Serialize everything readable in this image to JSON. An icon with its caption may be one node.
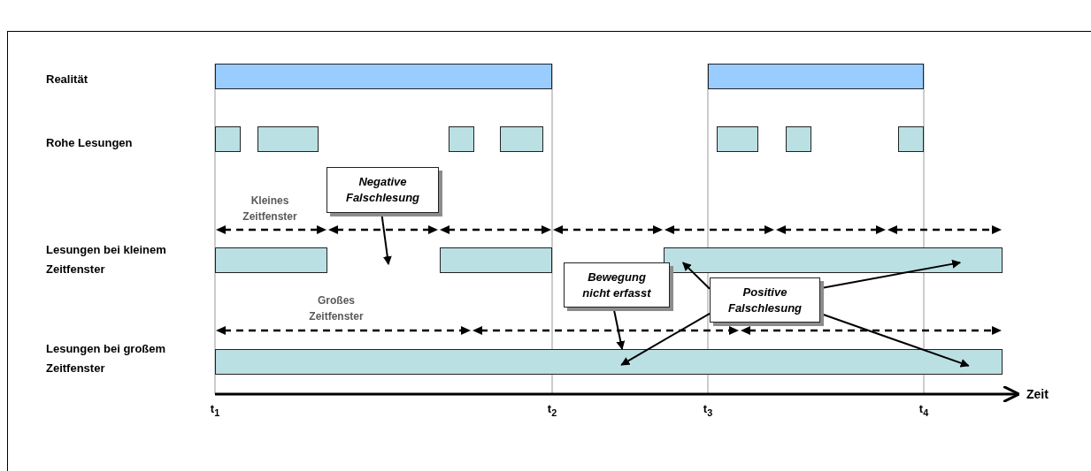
{
  "diagram": {
    "nodes": [
      {
        "text": [],
        "shape": "bar"
      },
      {
        "text": [],
        "shape": "bar"
      },
      {
        "text": [],
        "shape": "bar"
      },
      {
        "text": [],
        "shape": "bar"
      },
      {
        "text": [],
        "shape": "bar"
      },
      {
        "text": [],
        "shape": "bar"
      },
      {
        "text": [],
        "shape": "bar"
      },
      {
        "text": [],
        "shape": "bar"
      },
      {
        "text": [],
        "shape": "bar"
      },
      {
        "text": [
          "Negative Falschlesung"
        ]
      },
      {
        "text": [],
        "shape": "bar"
      },
      {
        "text": [],
        "shape": "bar"
      },
      {
        "text": [],
        "shape": "bar"
      },
      {
        "text": [
          "Bewegung nicht erfasst"
        ]
      },
      {
        "text": [
          "Positive Falschlesung"
        ]
      },
      {
        "text": [],
        "shape": "bar"
      }
    ],
    "edges": [
      {
        "from": 9,
        "to": null,
        "arrow": "to"
      },
      {
        "from": 13,
        "to": 15,
        "arrow": "to"
      },
      {
        "from": 14,
        "to": 12,
        "arrow": "to"
      },
      {
        "from": 14,
        "to": 12,
        "arrow": "to"
      },
      {
        "from": 14,
        "to": 15,
        "arrow": "to"
      },
      {
        "from": 14,
        "to": 15,
        "arrow": "to"
      }
    ],
    "labels": [
      "Realität",
      "Rohe Lesungen",
      "Kleines Zeitfenster",
      "Lesungen bei kleinem Zeitfenster",
      "Großes Zeitfenster",
      "Lesungen bei großem Zeitfenster",
      "t$_{1}$",
      "t$_{2}$",
      "t$_{3}$",
      "t$_{4}$",
      "Zeit"
    ]
  }
}
